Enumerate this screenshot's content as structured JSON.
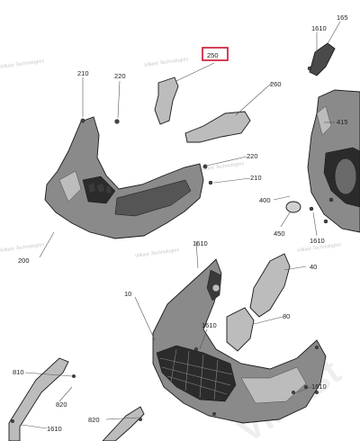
{
  "highlighted_callout": "250",
  "callouts": {
    "c1610_top": "1610",
    "c165": "165",
    "c210_top": "210",
    "c220_top": "220",
    "c250": "250",
    "c260": "260",
    "c415": "415",
    "c220_mid": "220",
    "c210_mid": "210",
    "c400": "400",
    "c450": "450",
    "c1610_rt": "1610",
    "c1610_mid": "1610",
    "c200": "200",
    "c40": "40",
    "c10": "10",
    "c1610_ctr": "1610",
    "c80": "80",
    "c810": "810",
    "c820_l": "820",
    "c1610_br": "1610",
    "c820_b": "820",
    "c1610_bl": "1610"
  },
  "watermark": {
    "brand": "Vilkast Technologies",
    "big": "Vilkast"
  },
  "colors": {
    "highlight": "#c8102e",
    "part_fill": "#7a7a7a",
    "dark_fill": "#2b2b2b",
    "light_fill": "#bcbcbc"
  }
}
